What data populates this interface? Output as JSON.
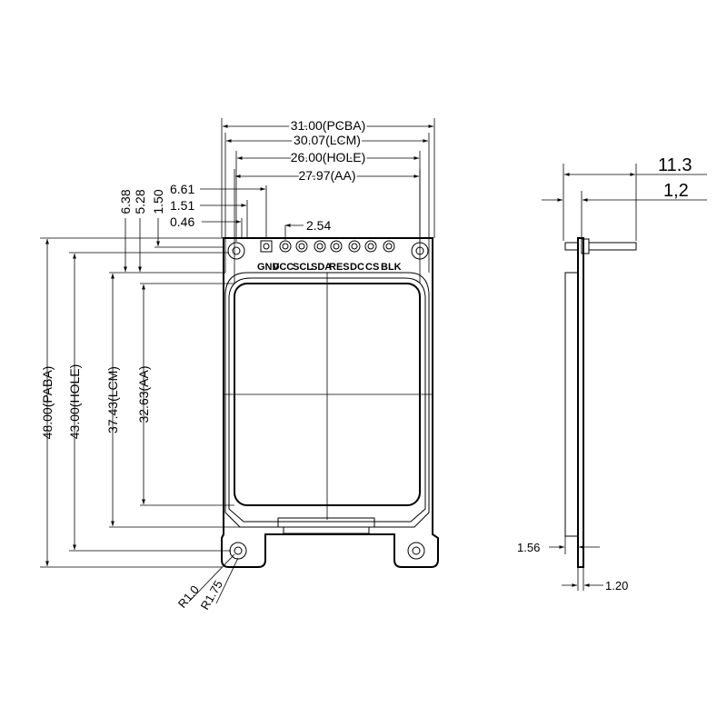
{
  "front": {
    "dims_horizontal": {
      "pcba_width": "31.00(PCBA)",
      "lcm_width": "30.07(LCM)",
      "hole_pitch": "26.00(HOLE)",
      "aa_width": "27.97(AA)",
      "d661": "6.61",
      "d151": "1.51",
      "d046": "0.46",
      "pin_pitch": "2.54"
    },
    "dims_vertical": {
      "d638": "6.38",
      "d528": "5.28",
      "d150": "1.50",
      "paba_height": "48.00(PABA)",
      "hole_height": "43.00(HOLE)",
      "lcm_height": "37.43(LCM)",
      "aa_height": "32.63(AA)"
    },
    "pins": [
      "GND",
      "VCC",
      "SCL",
      "SDA",
      "RES",
      "DC",
      "CS",
      "BLK"
    ],
    "radii": {
      "r_inner": "R1.0",
      "r_outer": "R1.75"
    }
  },
  "side": {
    "d113": "11.3",
    "d12": "1,2",
    "d156": "1.56",
    "d120": "1.20"
  }
}
